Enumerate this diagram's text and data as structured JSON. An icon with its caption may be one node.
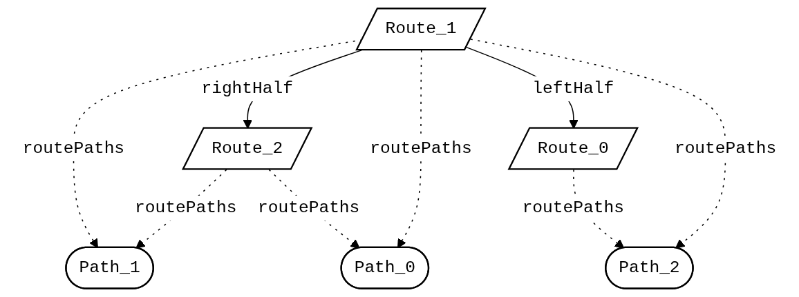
{
  "diagram": {
    "nodes": [
      {
        "text": [
          "Route_1"
        ]
      },
      {
        "text": [
          "Route_2"
        ]
      },
      {
        "text": [
          "Route_0"
        ]
      },
      {
        "text": [
          "Path_1"
        ]
      },
      {
        "text": [
          "Path_0"
        ]
      },
      {
        "text": [
          "Path_2"
        ]
      }
    ],
    "edges": [
      {
        "from": 0,
        "to": 3,
        "arrow": "to",
        "label": "routePaths",
        "style": "dashed"
      },
      {
        "from": 0,
        "to": 1,
        "arrow": "to",
        "label": "rightHalf"
      },
      {
        "from": 0,
        "to": 4,
        "arrow": "to",
        "label": "routePaths",
        "style": "dashed"
      },
      {
        "from": 0,
        "to": 2,
        "arrow": "to",
        "label": "leftHalf"
      },
      {
        "from": 0,
        "to": 5,
        "arrow": "to",
        "label": "routePaths",
        "style": "dashed"
      },
      {
        "from": 1,
        "to": 3,
        "arrow": "to",
        "label": "routePaths",
        "style": "dashed"
      },
      {
        "from": 1,
        "to": 4,
        "arrow": "to",
        "label": "routePaths",
        "style": "dashed"
      },
      {
        "from": 2,
        "to": 5,
        "arrow": "to",
        "label": "routePaths",
        "style": "dashed"
      }
    ]
  }
}
